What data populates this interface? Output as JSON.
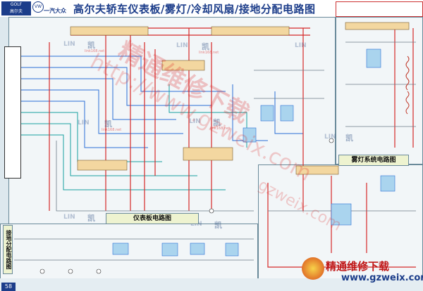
{
  "header": {
    "brand_badge_line1": "GOLF",
    "brand_badge_line2": "高尔夫",
    "vw_logo": "VW",
    "faw_label": "一汽大众",
    "title": "高尔夫轿车仪表板/雾灯/冷却风扇/接地分配电路图"
  },
  "sections": {
    "dashboard_label": "仪表板电路图",
    "fog_label": "雾灯系统电路图",
    "ground_label": "接地分配电路图"
  },
  "watermarks": {
    "big": "精通维修下载",
    "url_main": "http://www.gzweix.com",
    "url_fan": "gzweix.com",
    "lin_text": "LIN",
    "kai_text": "凯",
    "site_small": "link168.net"
  },
  "footer": {
    "page_number": "58",
    "brand_text": "精通维修下载",
    "brand_url": "www.gzweix.com"
  },
  "colors": {
    "wire_red": "#d62828",
    "wire_blue": "#2b6fd6",
    "wire_teal": "#18a0a0",
    "wire_gray": "#6b7b88",
    "wire_black": "#222222",
    "frame": "#6a8a9a",
    "title_blue": "#1c3d8a"
  }
}
